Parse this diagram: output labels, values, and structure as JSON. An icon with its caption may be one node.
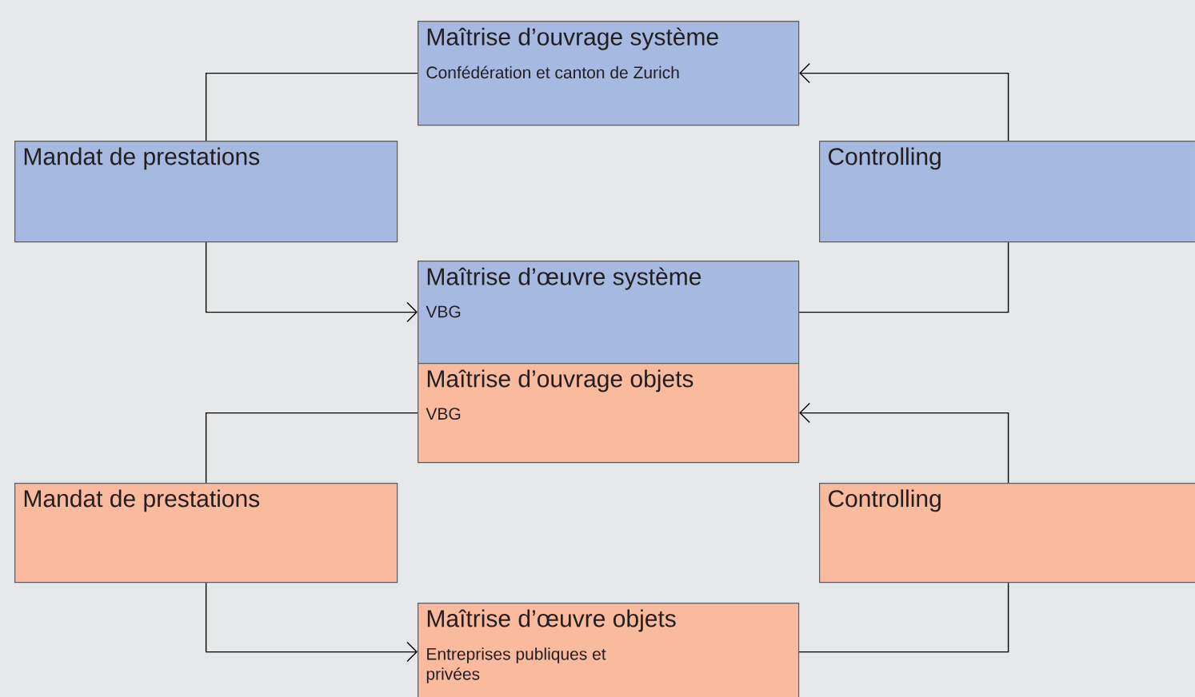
{
  "diagram": {
    "nodes": [
      {
        "text": [
          "Maîtrise d’ouvrage système",
          "Confédération et canton de Zurich"
        ]
      },
      {
        "text": [
          "Mandat de prestations"
        ]
      },
      {
        "text": [
          "Controlling"
        ]
      },
      {
        "text": [
          "Maîtrise d’œuvre système",
          "VBG"
        ]
      },
      {
        "text": [
          "Maîtrise d’ouvrage objets",
          "VBG"
        ]
      },
      {
        "text": [
          "Mandat de prestations"
        ]
      },
      {
        "text": [
          "Controlling"
        ]
      },
      {
        "text": [
          "Maîtrise d’œuvre objets",
          "Entreprises publiques et privées"
        ]
      }
    ],
    "edges": [
      {
        "from": 0,
        "to": 1,
        "arrow": "none"
      },
      {
        "from": 1,
        "to": 3,
        "arrow": "to"
      },
      {
        "from": 3,
        "to": 2,
        "arrow": "none"
      },
      {
        "from": 2,
        "to": 0,
        "arrow": "to"
      },
      {
        "from": 4,
        "to": 5,
        "arrow": "none"
      },
      {
        "from": 5,
        "to": 7,
        "arrow": "to"
      },
      {
        "from": 7,
        "to": 6,
        "arrow": "none"
      },
      {
        "from": 6,
        "to": 4,
        "arrow": "to"
      }
    ]
  }
}
